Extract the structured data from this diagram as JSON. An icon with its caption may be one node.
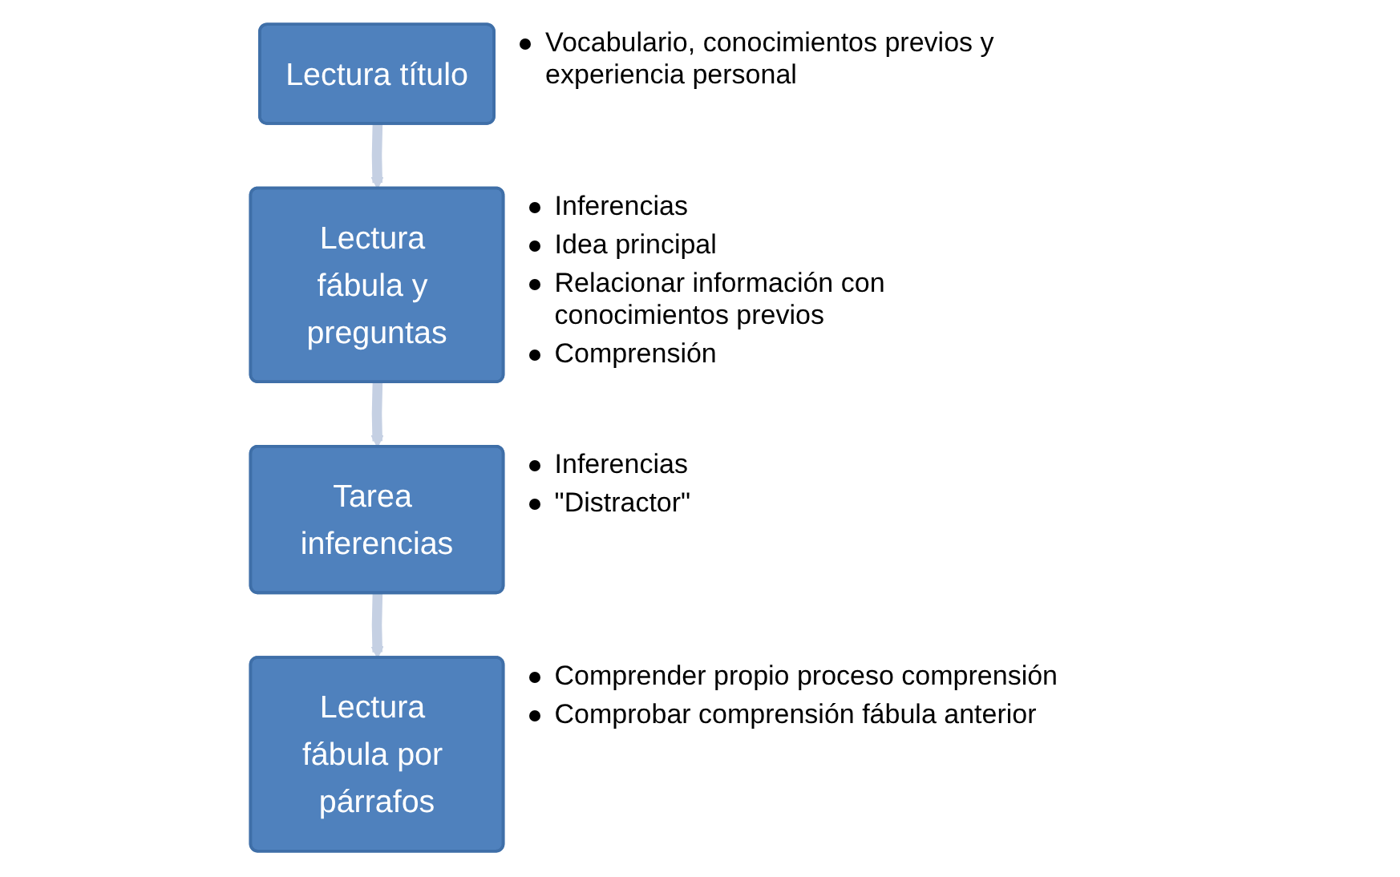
{
  "diagram": {
    "nodes": [
      {
        "text": [
          "Lectura título"
        ],
        "beside": [
          "Vocabulario, conocimientos previos y experiencia personal"
        ]
      },
      {
        "text": [
          "Lectura fábula y preguntas"
        ],
        "beside": [
          "Inferencias",
          "Idea principal",
          "Relacionar información con conocimientos previos",
          "Comprensión"
        ]
      },
      {
        "text": [
          "Tarea inferencias"
        ],
        "beside": [
          "Inferencias",
          "\"Distractor\""
        ]
      },
      {
        "text": [
          "Lectura fábula por párrafos"
        ],
        "beside": [
          "Comprender propio proceso comprensión",
          "Comprobar comprensión fábula anterior"
        ]
      }
    ],
    "edges": [
      {
        "from": 0,
        "to": 1,
        "arrow": "to"
      },
      {
        "from": 1,
        "to": 2,
        "arrow": "to"
      },
      {
        "from": 2,
        "to": 3,
        "arrow": "to"
      }
    ]
  }
}
